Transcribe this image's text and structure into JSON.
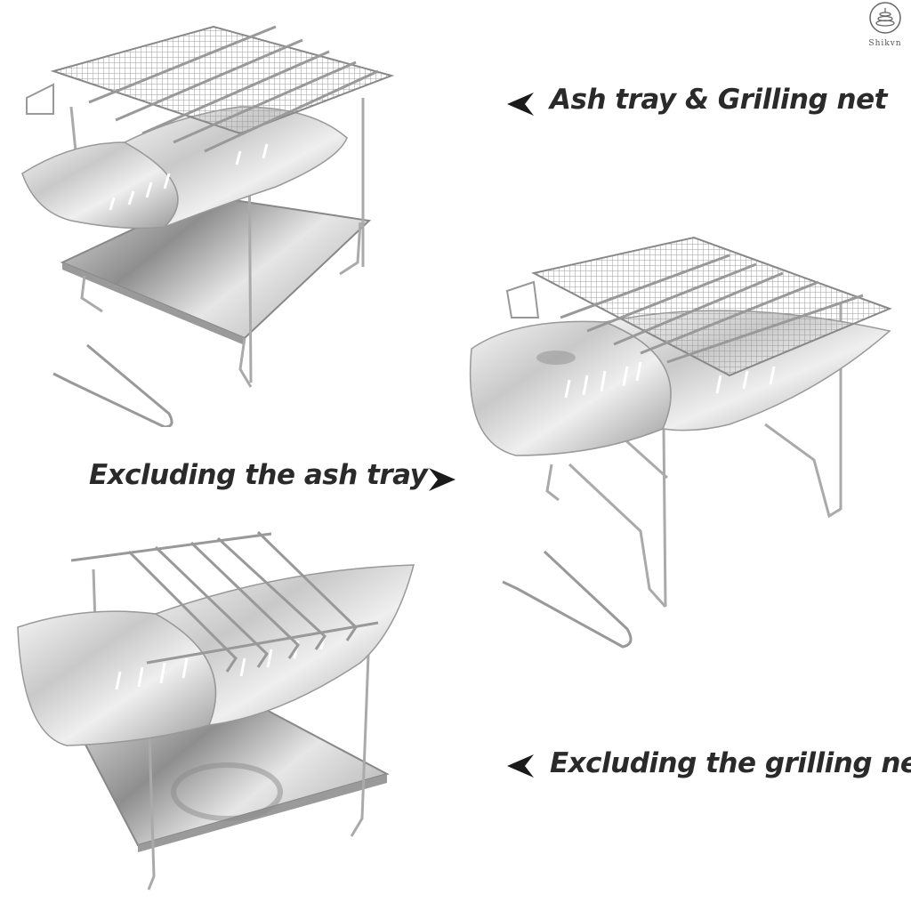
{
  "brand": {
    "name": "Shikvn"
  },
  "labels": {
    "top": "Ash tray & Grilling net",
    "middle": "Excluding the ash tray",
    "bottom": "Excluding the grilling net"
  },
  "colors": {
    "text": "#2a2a2a",
    "steel_light": "#e9e9e9",
    "steel_mid": "#b9b9b9",
    "steel_dark": "#777777"
  }
}
